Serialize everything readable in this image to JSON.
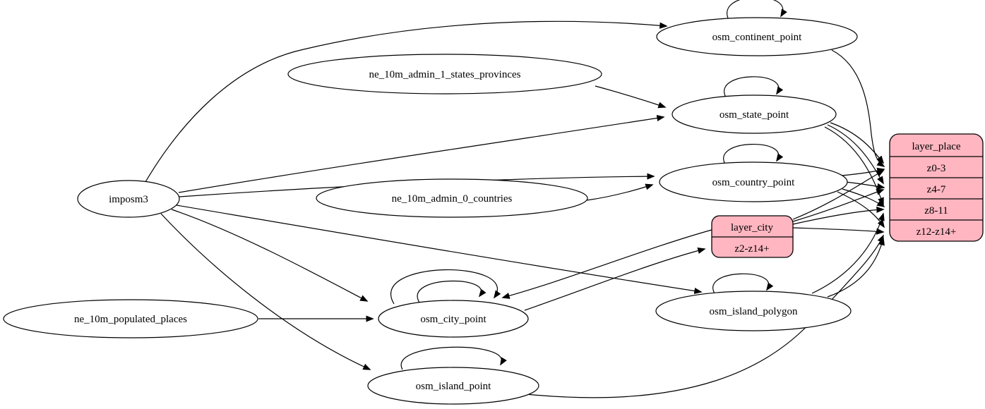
{
  "diagram": {
    "title": "etl_place_diagram",
    "colors": {
      "background": "#ffffff",
      "edge_stroke": "#000000",
      "node_fill": "#ffffff",
      "record_fill": "#ffb6c1",
      "record_stroke": "#000000"
    },
    "nodes": {
      "imposm3": {
        "label": "imposm3"
      },
      "ne_10m_admin_1_states_provinces": {
        "label": "ne_10m_admin_1_states_provinces"
      },
      "ne_10m_admin_0_countries": {
        "label": "ne_10m_admin_0_countries"
      },
      "ne_10m_populated_places": {
        "label": "ne_10m_populated_places"
      },
      "osm_continent_point": {
        "label": "osm_continent_point"
      },
      "osm_state_point": {
        "label": "osm_state_point"
      },
      "osm_country_point": {
        "label": "osm_country_point"
      },
      "osm_city_point": {
        "label": "osm_city_point"
      },
      "osm_island_polygon": {
        "label": "osm_island_polygon"
      },
      "osm_island_point": {
        "label": "osm_island_point"
      }
    },
    "layer_place": {
      "title": "layer_place",
      "rows": [
        "z0-3",
        "z4-7",
        "z8-11",
        "z12-z14+"
      ]
    },
    "layer_city": {
      "title": "layer_city",
      "rows": [
        "z2-z14+"
      ]
    },
    "edges": [
      {
        "from": "imposm3",
        "to": "osm_continent_point"
      },
      {
        "from": "imposm3",
        "to": "osm_state_point"
      },
      {
        "from": "imposm3",
        "to": "osm_country_point"
      },
      {
        "from": "imposm3",
        "to": "osm_city_point"
      },
      {
        "from": "imposm3",
        "to": "osm_island_polygon"
      },
      {
        "from": "imposm3",
        "to": "osm_island_point"
      },
      {
        "from": "ne_10m_admin_1_states_provinces",
        "to": "osm_state_point"
      },
      {
        "from": "ne_10m_admin_0_countries",
        "to": "osm_country_point"
      },
      {
        "from": "ne_10m_populated_places",
        "to": "osm_city_point"
      },
      {
        "from": "osm_continent_point",
        "to": "osm_continent_point"
      },
      {
        "from": "osm_state_point",
        "to": "osm_state_point"
      },
      {
        "from": "osm_country_point",
        "to": "osm_country_point"
      },
      {
        "from": "osm_city_point",
        "to": "osm_city_point"
      },
      {
        "from": "osm_city_point",
        "to": "osm_city_point"
      },
      {
        "from": "osm_island_polygon",
        "to": "osm_island_polygon"
      },
      {
        "from": "osm_island_point",
        "to": "osm_island_point"
      },
      {
        "from": "osm_continent_point",
        "to": "layer_place:z0-3"
      },
      {
        "from": "osm_state_point",
        "to": "layer_place:z0-3"
      },
      {
        "from": "osm_state_point",
        "to": "layer_place:z4-7"
      },
      {
        "from": "osm_state_point",
        "to": "layer_place:z8-11"
      },
      {
        "from": "osm_country_point",
        "to": "layer_place:z0-3"
      },
      {
        "from": "osm_country_point",
        "to": "layer_place:z4-7"
      },
      {
        "from": "osm_country_point",
        "to": "layer_place:z8-11"
      },
      {
        "from": "osm_country_point",
        "to": "layer_place:z12-z14+"
      },
      {
        "from": "osm_city_point",
        "to": "layer_city:z2-z14+"
      },
      {
        "from": "layer_city",
        "to": "osm_city_point"
      },
      {
        "from": "layer_city",
        "to": "layer_place:z0-3"
      },
      {
        "from": "layer_city",
        "to": "layer_place:z4-7"
      },
      {
        "from": "layer_city",
        "to": "layer_place:z8-11"
      },
      {
        "from": "layer_city",
        "to": "layer_place:z12-z14+"
      },
      {
        "from": "osm_island_polygon",
        "to": "layer_place:z8-11"
      },
      {
        "from": "osm_island_polygon",
        "to": "layer_place:z12-z14+"
      },
      {
        "from": "osm_island_point",
        "to": "layer_place:z12-z14+"
      }
    ]
  }
}
